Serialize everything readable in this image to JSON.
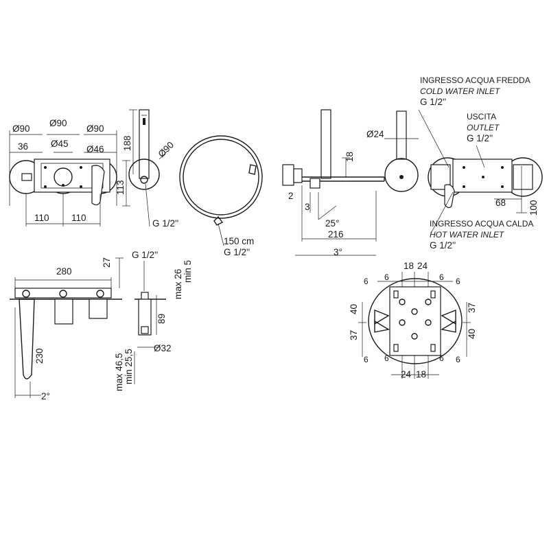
{
  "labels": {
    "top_phi90_a": "Ø90",
    "top_phi90_b": "Ø90",
    "top_phi90_c": "Ø90",
    "top_36": "36",
    "top_phi45": "Ø45",
    "top_phi46": "Ø46",
    "top_113": "113",
    "top_110_a": "110",
    "top_110_b": "110",
    "hand_188": "188",
    "hand_phi90": "Ø90",
    "hand_g12": "G 1/2''",
    "hose_150": "150 cm",
    "hose_g12": "G 1/2''",
    "side_phi24": "Ø24",
    "side_18": "18",
    "side_2": "2",
    "side_3": "3",
    "side_25deg": "25°",
    "side_216": "216",
    "side_3deg": "3°",
    "cold_it": "INGRESSO ACQUA FREDDA",
    "cold_en": "COLD WATER INLET",
    "cold_g": "G 1/2''",
    "out_it": "USCITA",
    "out_en": "OUTLET",
    "out_g": "G 1/2''",
    "hot_it": "INGRESSO ACQUA CALDA",
    "hot_en": "HOT WATER INLET",
    "hot_g": "G 1/2''",
    "box_68": "68",
    "box_100": "100",
    "front_280": "280",
    "front_27": "27",
    "front_230": "230",
    "front_2deg": "2°",
    "pr_g12": "G 1/2''",
    "pr_max26": "max 26",
    "pr_min5": "min 5",
    "pr_89": "89",
    "pr_phi32": "Ø32",
    "pr_max465": "max 46,5",
    "pr_min255": "min 25,5",
    "pl_18t": "18",
    "pl_24t": "24",
    "pl_6a": "6",
    "pl_6b": "6",
    "pl_6c": "6",
    "pl_6d": "6",
    "pl_40l": "40",
    "pl_37l": "37",
    "pl_37r": "37",
    "pl_40r": "40",
    "pl_6e": "6",
    "pl_6f": "6",
    "pl_6g": "6",
    "pl_6h": "6",
    "pl_24b": "24",
    "pl_18b": "18"
  }
}
